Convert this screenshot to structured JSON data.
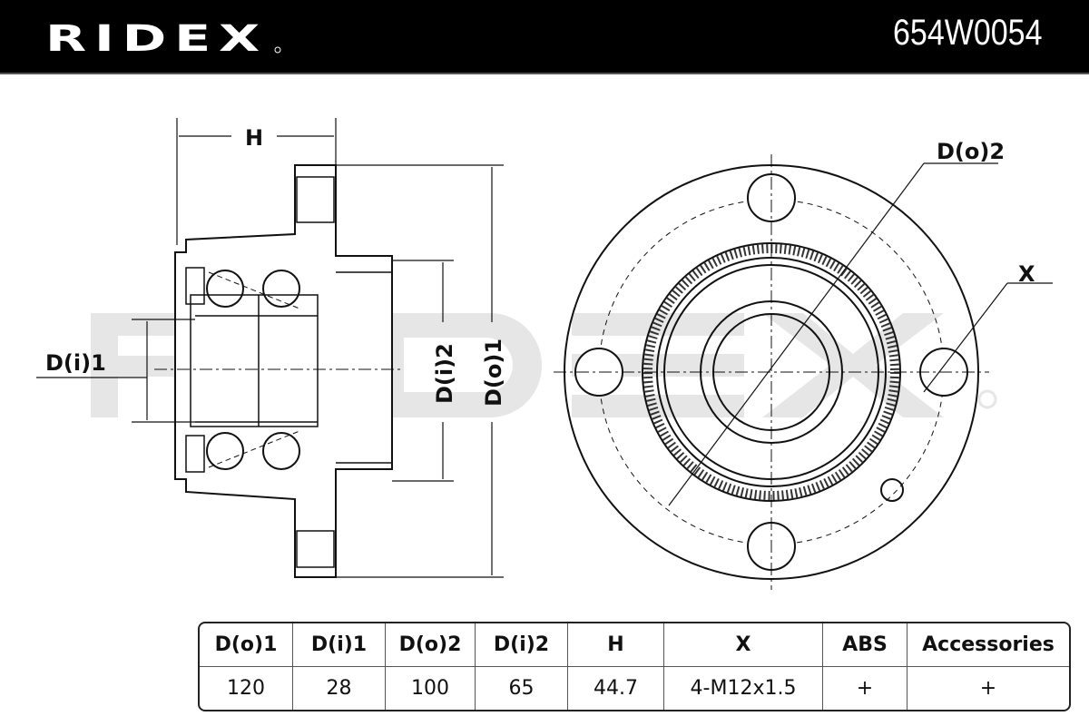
{
  "header": {
    "brand": "RIDEX",
    "part_number": "654W0054"
  },
  "watermark": "RIDEX",
  "diagram_labels": {
    "h": "H",
    "d_o2": "D(o)2",
    "x": "X",
    "d_i1": "D(i)1",
    "d_i2": "D(i)2",
    "d_o1": "D(o)1"
  },
  "spec_table": {
    "headers": [
      "D(o)1",
      "D(i)1",
      "D(o)2",
      "D(i)2",
      "H",
      "X",
      "ABS",
      "Accessories"
    ],
    "values": [
      "120",
      "28",
      "100",
      "65",
      "44.7",
      "4-M12x1.5",
      "+",
      "+"
    ]
  },
  "colors": {
    "header_bg": "#000000",
    "line": "#111111",
    "watermark": "#e4e4e4"
  }
}
